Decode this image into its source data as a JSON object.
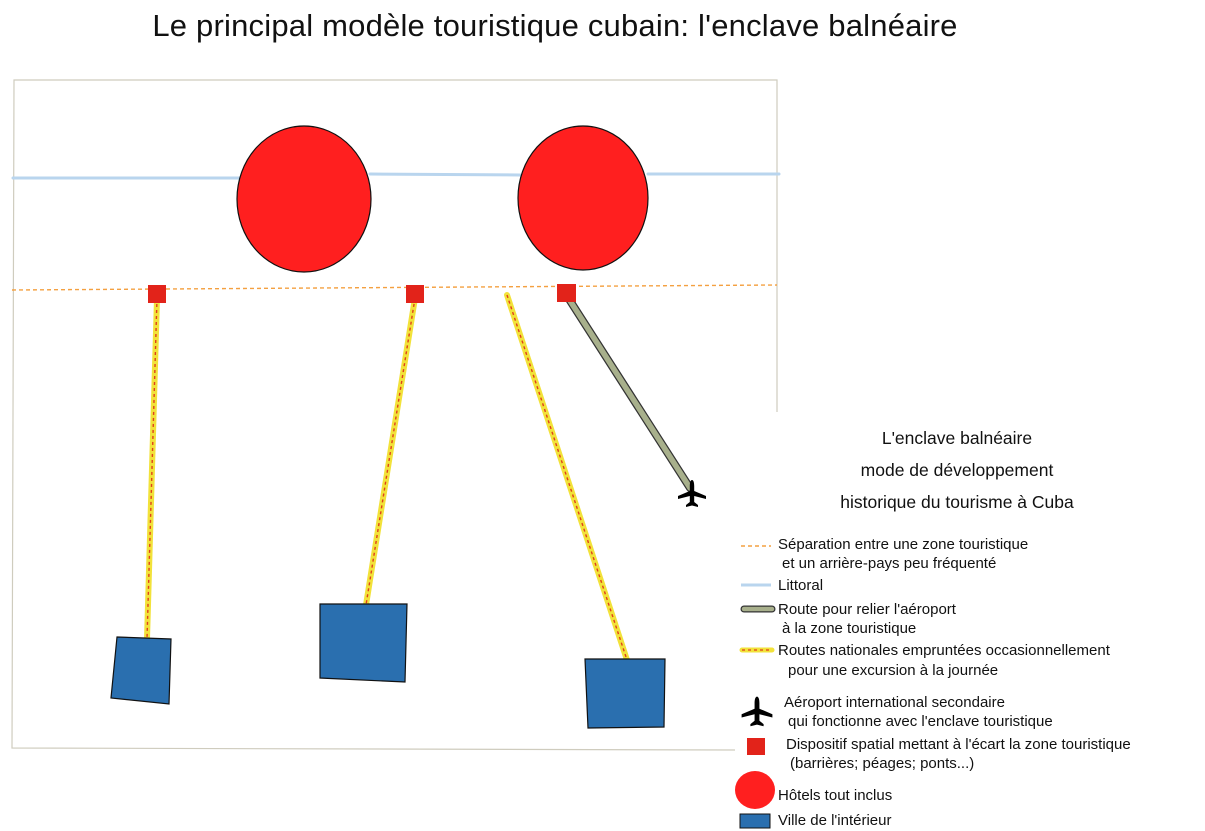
{
  "title": "Le principal modèle touristique cubain: l'enclave balnéaire",
  "legend_title": {
    "line1": "L'enclave balnéaire",
    "line2": "mode de développement",
    "line3": "historique du tourisme à Cuba"
  },
  "legend": [
    {
      "key": "separation",
      "line1": "Séparation entre une zone touristique",
      "line2": "et un arrière-pays peu fréquenté",
      "color": "#F4A040"
    },
    {
      "key": "littoral",
      "line1": "Littoral",
      "color": "#B9D5EE"
    },
    {
      "key": "airport-road",
      "line1": "Route pour relier l'aéroport",
      "line2": "à la zone touristique",
      "color": "#A8B08C"
    },
    {
      "key": "national-roads",
      "line1": "Routes nationales empruntées occasionnellement",
      "line2": "pour une excursion à la journée",
      "color": "#F2E23A"
    },
    {
      "key": "airport",
      "line1": "Aéroport international secondaire",
      "line2": "qui fonctionne avec l'enclave touristique",
      "icon": "airplane-icon"
    },
    {
      "key": "barrier",
      "line1": "Dispositif spatial mettant à l'écart la zone touristique",
      "line2": "(barrières; péages; ponts...)",
      "color": "#E2231A"
    },
    {
      "key": "hotels",
      "line1": "Hôtels tout inclus",
      "color": "#FF1F1F"
    },
    {
      "key": "town",
      "line1": "Ville de l'intérieur",
      "color": "#2A6FAF"
    }
  ]
}
